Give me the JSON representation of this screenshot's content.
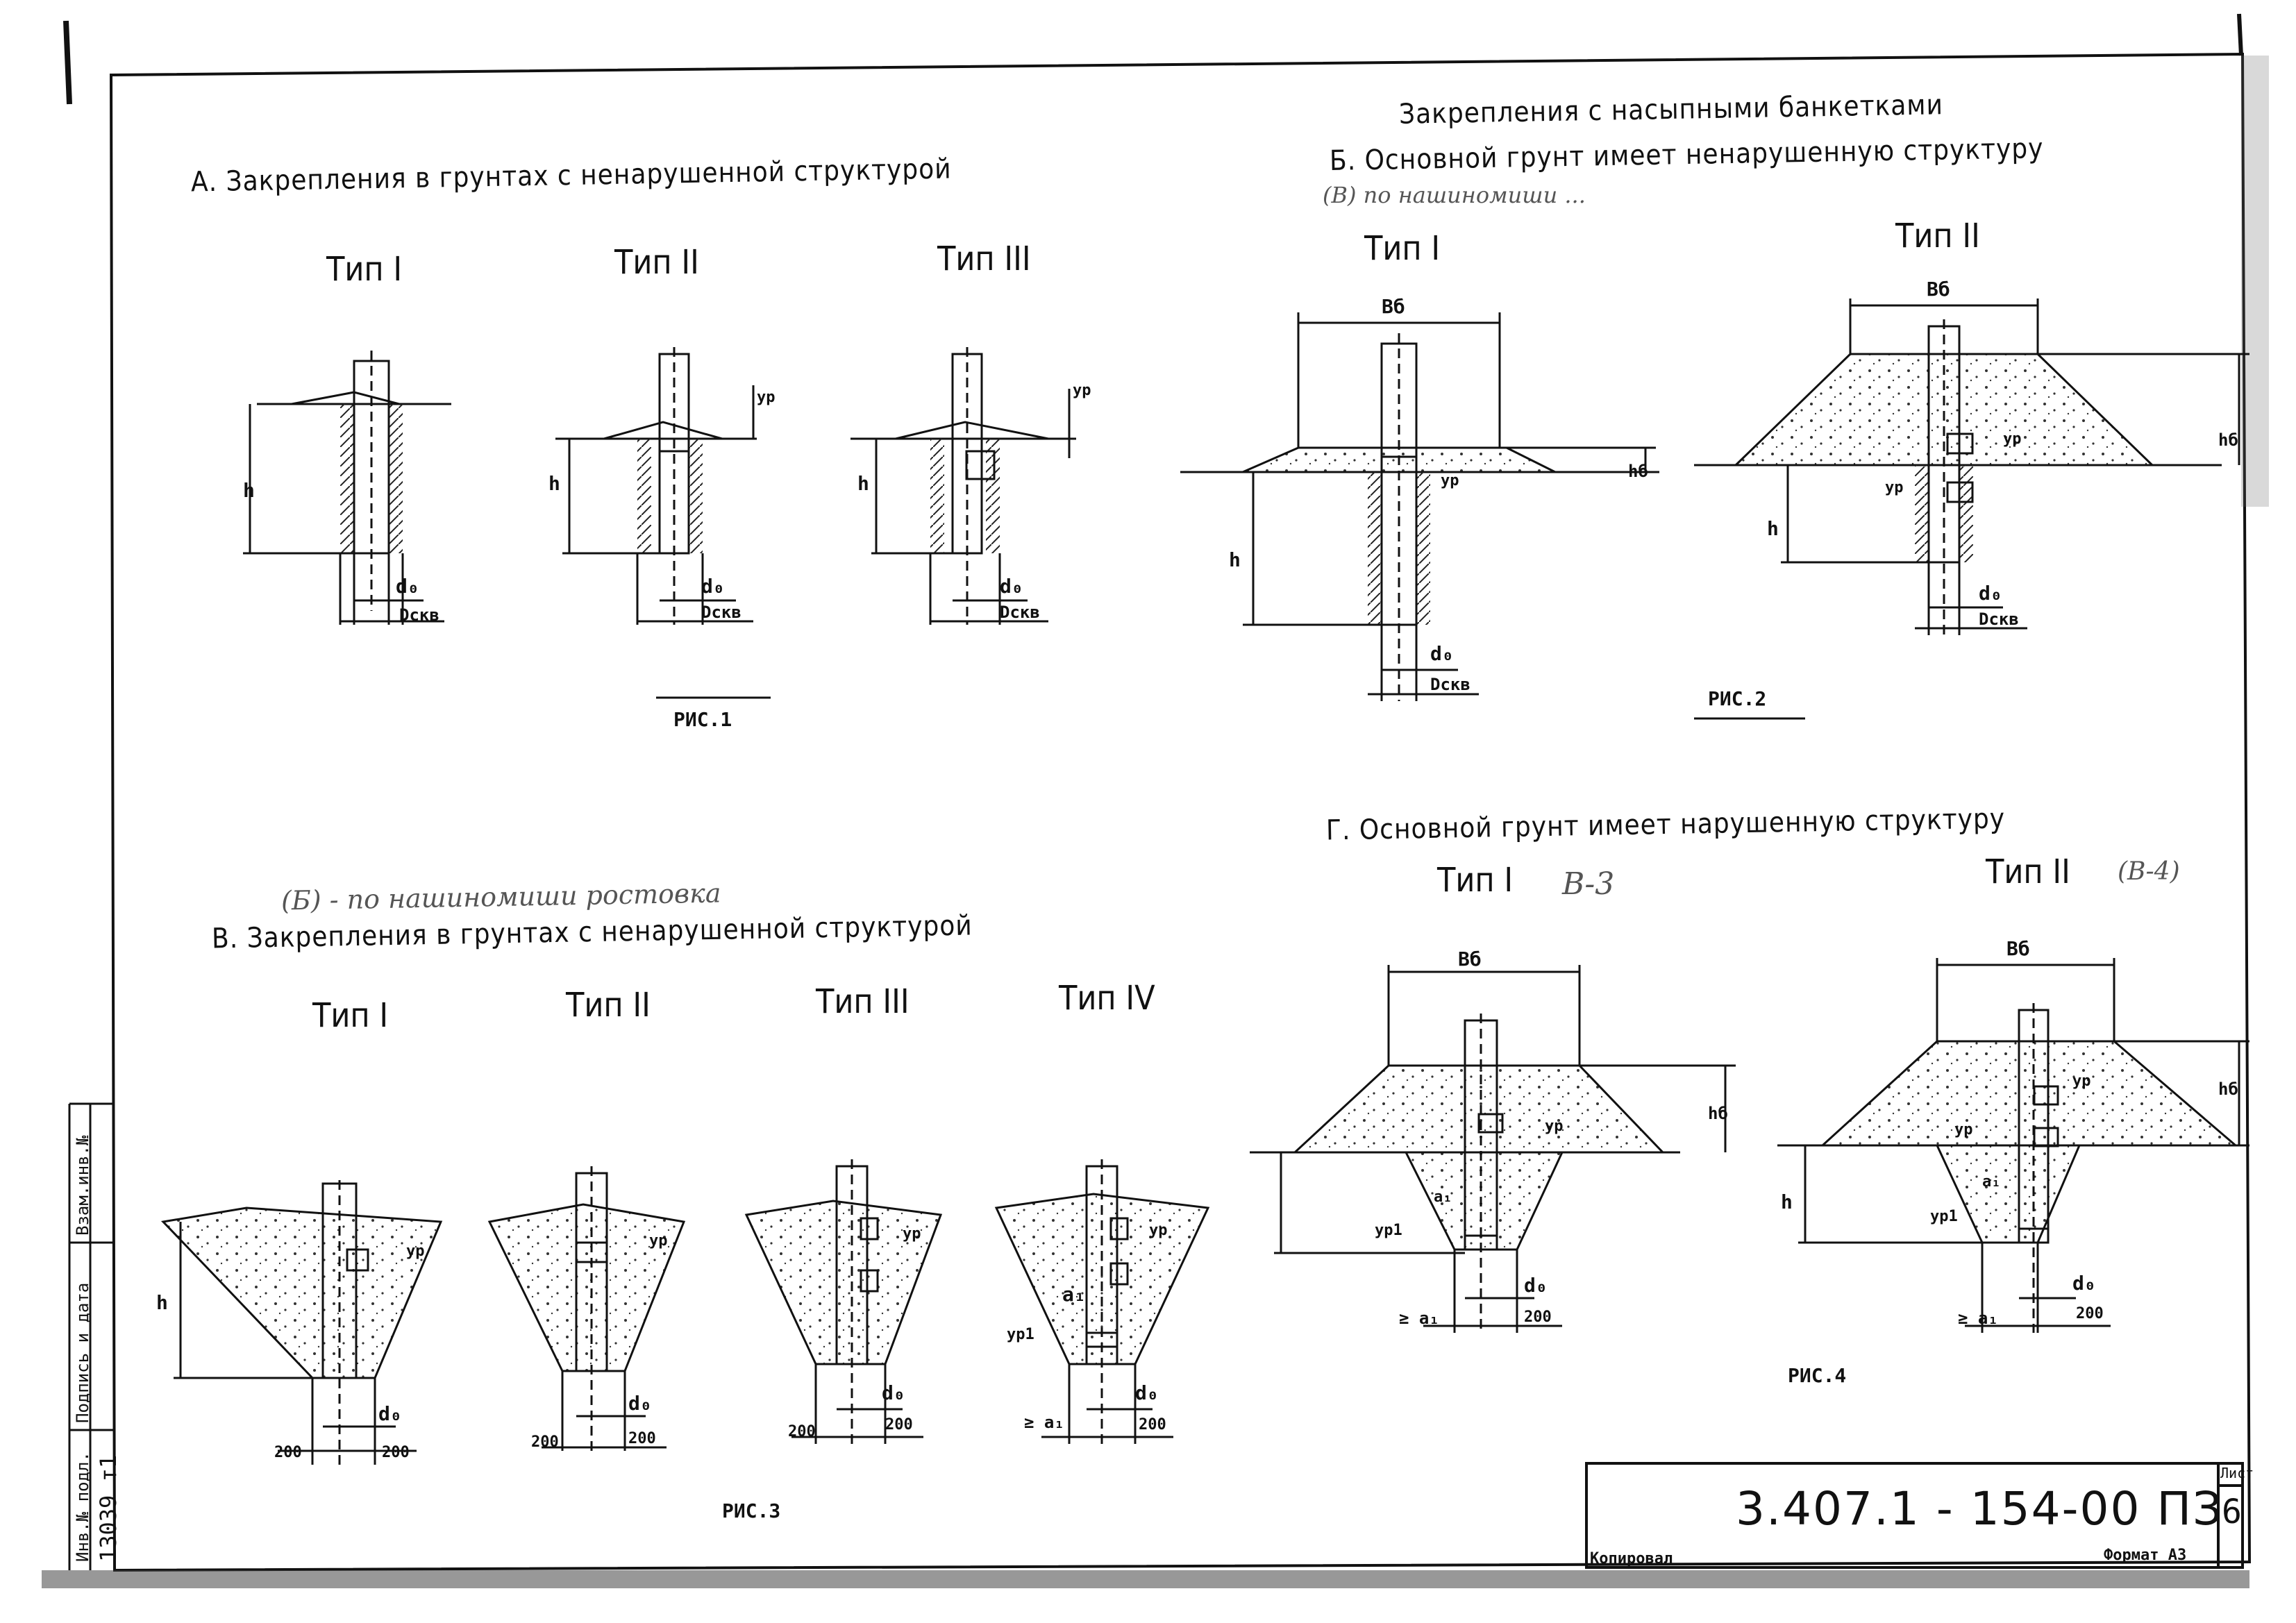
{
  "sections": {
    "a_title": "А. Закрепления в грунтах с ненарушенной структурой",
    "bank_title": "Закрепления с насыпными банкетками",
    "b_title": "Б. Основной грунт имеет ненарушенную структуру",
    "b_note": "(В) по нашиномиши ...",
    "v_note": "(Б) - по нашиномиши ростовка",
    "v_title": "В. Закрепления в грунтах с ненарушенной структурой",
    "g_title": "Г. Основной грунт имеет нарушенную структуру"
  },
  "types": {
    "t1": "Тип I",
    "t2": "Тип II",
    "t3": "Тип III",
    "t4": "Тип IV",
    "g_t1_note": "В-3",
    "g_t2_note": "(В-4)"
  },
  "figures": {
    "f1": "РИС.1",
    "f2": "РИС.2",
    "f3": "РИС.3",
    "f4": "РИС.4"
  },
  "dims": {
    "h": "h",
    "d0": "d₀",
    "dskv": "Dскв",
    "yp": "yр",
    "yp1": "yр1",
    "bb": "Вб",
    "hb": "hб",
    "a1": "a₁",
    "ge_a1": "≥ a₁",
    "v200": "200"
  },
  "stamp": {
    "code": "3.407.1 - 154-00 ПЗ",
    "sheet_label": "Лист",
    "sheet_no": "6",
    "inv_label": "Инв.№ подл.",
    "inv_value": "13039 т1",
    "sign_label": "Подпись и дата",
    "replace_label": "Взам.инв.№",
    "copied": "Копировал",
    "format": "Формат А3"
  }
}
